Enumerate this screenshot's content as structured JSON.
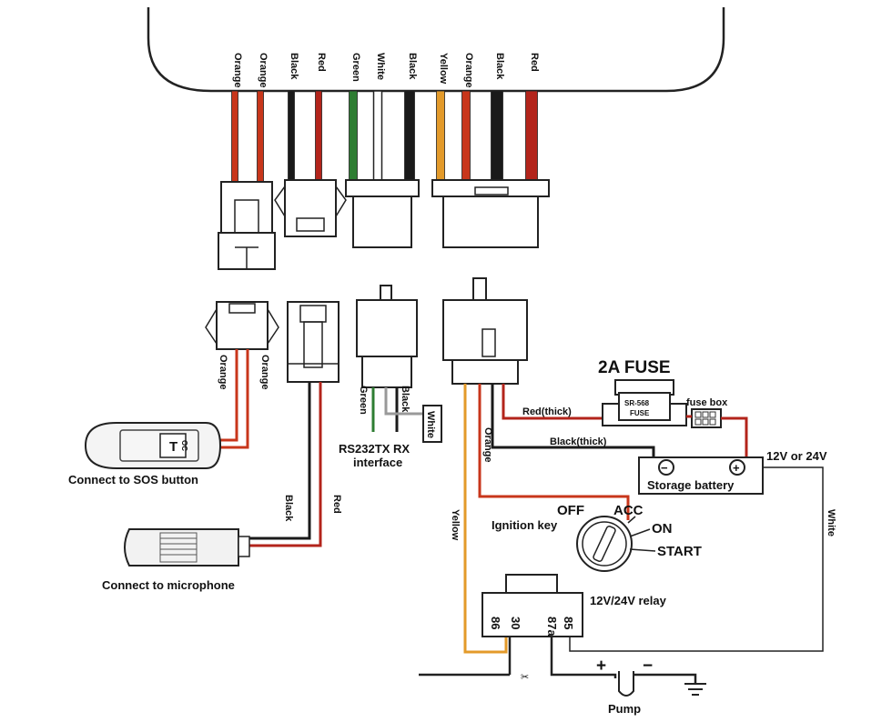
{
  "colors": {
    "Orange": "#c8361b",
    "Black": "#1a1a1a",
    "Red": "#b3241b",
    "Green": "#2e7d32",
    "White": "#ffffff",
    "Yellow": "#e39a2a"
  },
  "device_wires": [
    "Orange",
    "Orange",
    "Black",
    "Red",
    "Green",
    "White",
    "Black",
    "Yellow",
    "Orange",
    "Black",
    "Red"
  ],
  "sos": {
    "wire_labels": [
      "Orange",
      "Orange"
    ],
    "button_text": "OC",
    "caption": "Connect to SOS button"
  },
  "microphone": {
    "wire_labels": [
      "Black",
      "Red"
    ],
    "caption": "Connect to microphone"
  },
  "rs232": {
    "wire_labels": [
      "Green",
      "Black",
      "White"
    ],
    "caption_line1": "RS232TX RX",
    "caption_line2": "interface"
  },
  "power": {
    "fuse_title": "2A FUSE",
    "fuse_model": "SR-568",
    "fuse_text": "FUSE",
    "fuse_box": "fuse box",
    "red_thick": "Red(thick)",
    "black_thick": "Black(thick)",
    "battery_label": "Storage battery",
    "battery_minus": "−",
    "battery_plus": "+",
    "voltage": "12V or 24V",
    "white_label": "White",
    "orange_label": "Orange",
    "yellow_label": "Yellow"
  },
  "ignition": {
    "label": "Ignition key",
    "off": "OFF",
    "acc": "ACC",
    "on": "ON",
    "start": "START"
  },
  "relay": {
    "title": "12V/24V relay",
    "pins": [
      "86",
      "30",
      "87a",
      "85"
    ]
  },
  "pump": {
    "label": "Pump",
    "plus": "+",
    "minus": "−"
  }
}
